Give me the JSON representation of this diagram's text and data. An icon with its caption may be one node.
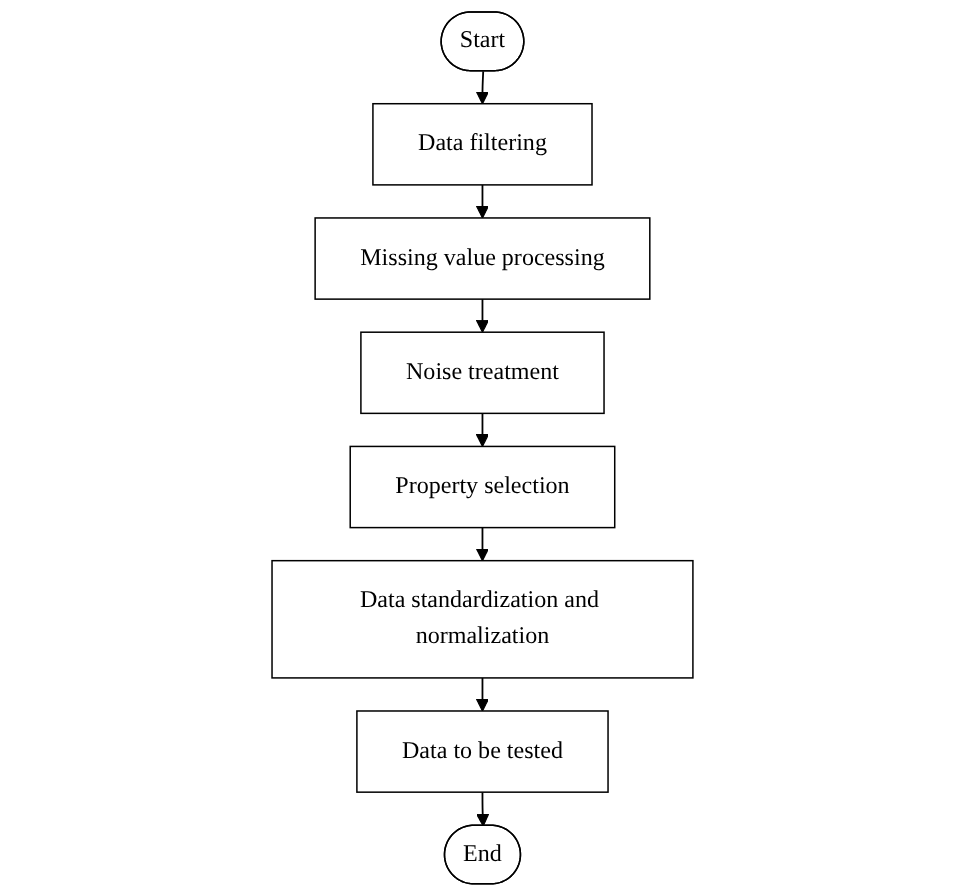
{
  "diagram": {
    "nodes": [
      {
        "text": [
          "Start"
        ]
      },
      {
        "text": [
          "Data filtering"
        ]
      },
      {
        "text": [
          "Missing value processing"
        ]
      },
      {
        "text": [
          "Noise treatment"
        ]
      },
      {
        "text": [
          "Property selection"
        ]
      },
      {
        "text": [
          "Data standardization and normalization"
        ]
      },
      {
        "text": [
          "Data to be tested"
        ]
      },
      {
        "text": [
          "End"
        ]
      }
    ],
    "edges": [
      {
        "from": 0,
        "to": 1,
        "arrow": "to"
      },
      {
        "from": 1,
        "to": 2,
        "arrow": "to"
      },
      {
        "from": 2,
        "to": 3,
        "arrow": "to"
      },
      {
        "from": 3,
        "to": 4,
        "arrow": "to"
      },
      {
        "from": 4,
        "to": 5,
        "arrow": "to"
      },
      {
        "from": 5,
        "to": 6,
        "arrow": "to"
      },
      {
        "from": 6,
        "to": 7,
        "arrow": "to"
      }
    ]
  }
}
